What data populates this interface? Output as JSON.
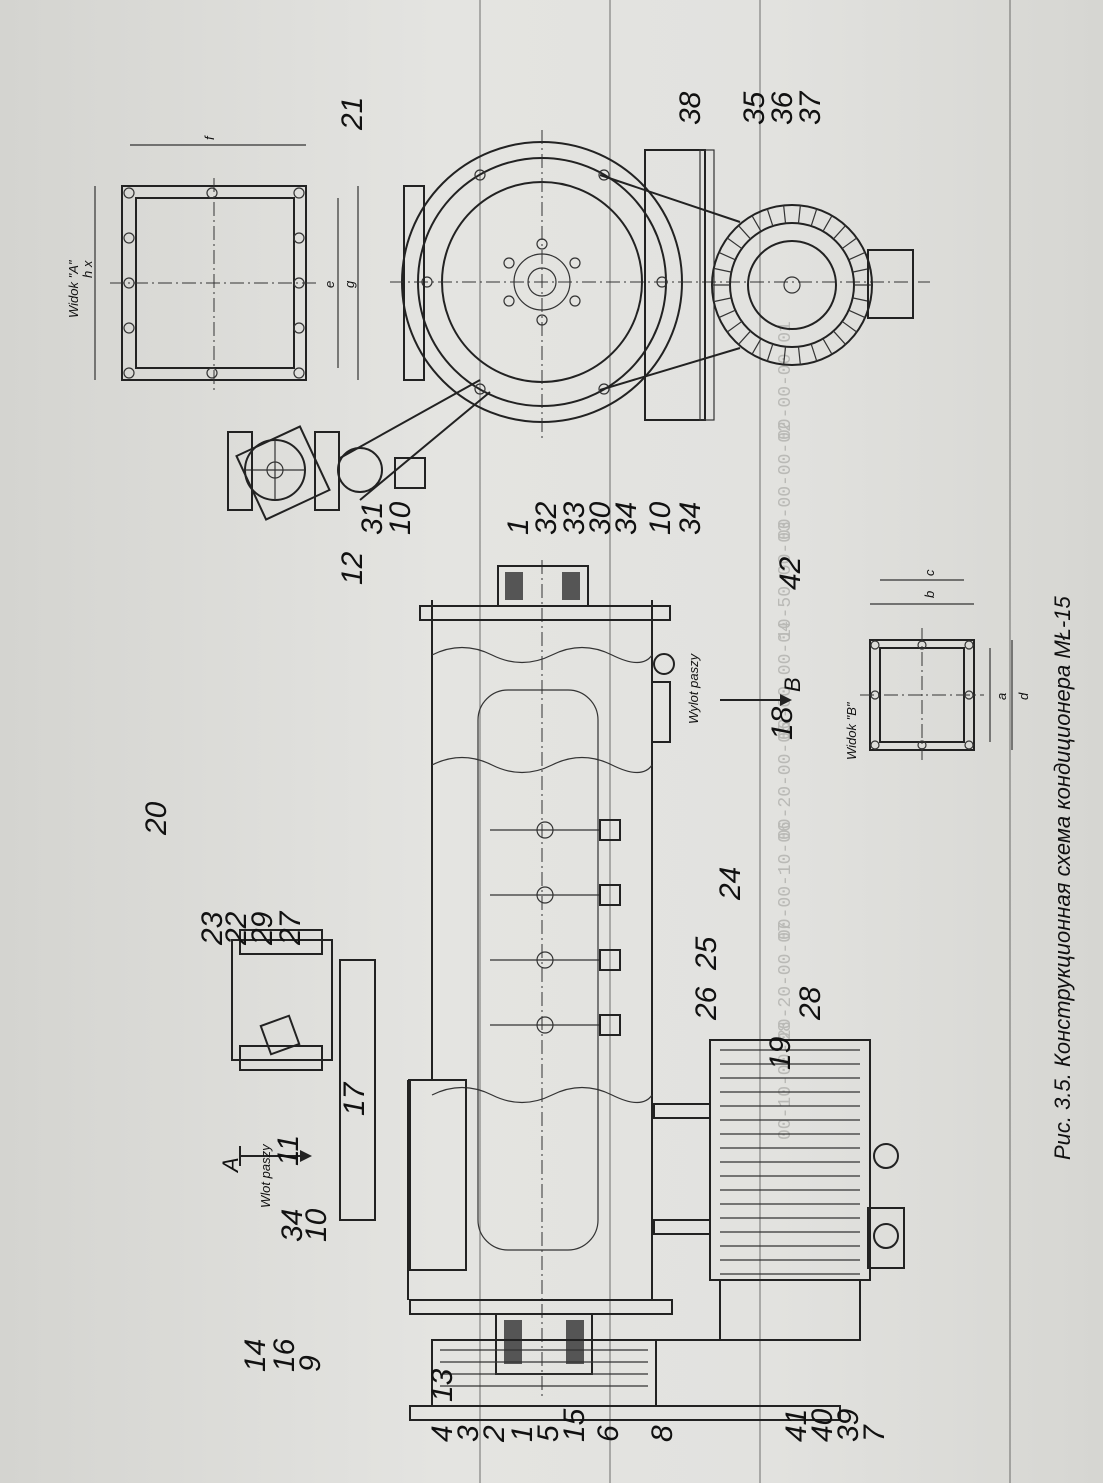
{
  "figure": {
    "caption": "Рис. 3.5. Конструкционная схема кондиционера MŁ-15"
  },
  "views": {
    "view_a": {
      "title": "Widok \"A\"",
      "dims": [
        "h x",
        "e",
        "g",
        "f"
      ]
    },
    "view_b": {
      "title": "Widok \"B\"",
      "dims": [
        "a",
        "d",
        "b",
        "c"
      ]
    }
  },
  "arrows": {
    "a": {
      "letter": "A",
      "label": "Wlot paszy"
    },
    "b": {
      "letter": "B",
      "label": "Wylot paszy"
    }
  },
  "callouts": {
    "bottom_left": [
      "13",
      "4",
      "3",
      "2",
      "1",
      "5",
      "15",
      "6",
      "8",
      "41",
      "40",
      "39",
      "7"
    ],
    "left_side": [
      "14",
      "16",
      "9",
      "34",
      "10",
      "11",
      "17"
    ],
    "upper_mid": [
      "23",
      "22",
      "29",
      "27",
      "20"
    ],
    "lower_mid": [
      "24",
      "26",
      "25",
      "19",
      "28",
      "18",
      "42"
    ],
    "right_end": [
      "12",
      "10",
      "31",
      "1",
      "32",
      "33",
      "30",
      "34",
      "10",
      "34"
    ],
    "top_view": [
      "21",
      "38",
      "35",
      "36",
      "37"
    ]
  },
  "background_table": {
    "rows": [
      "00-00-00-01",
      "00-00-00-02",
      "10-50-00-03",
      "00-00-00-04",
      "00-20-00-05",
      "00-00-10-06",
      "20-20-00-07",
      "00-10-00-08"
    ]
  }
}
